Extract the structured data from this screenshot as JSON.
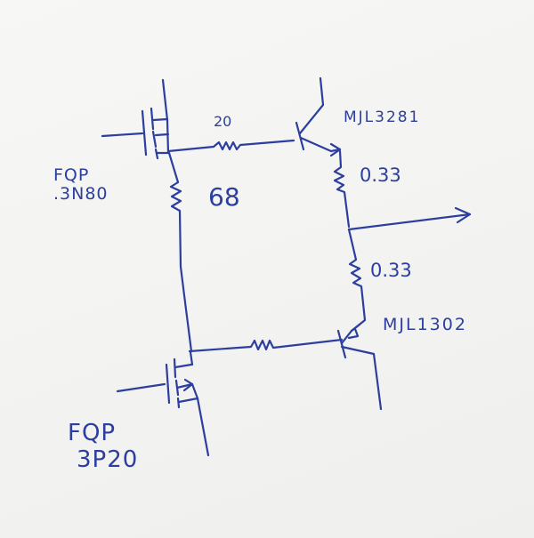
{
  "labels": {
    "mosfet_top_line1": "FQP",
    "mosfet_top_line2": ".3N80",
    "mosfet_bottom_line1": "FQP",
    "mosfet_bottom_line2": "3P20",
    "transistor_top": "MJL3281",
    "transistor_bottom": "MJL1302",
    "resistor_gate_top": "20",
    "resistor_bias": "68",
    "resistor_emitter_top": "0.33",
    "resistor_emitter_bottom": "0.33"
  },
  "colors": {
    "ink": "#2c3e9e",
    "paper": "#f3f3f1"
  }
}
